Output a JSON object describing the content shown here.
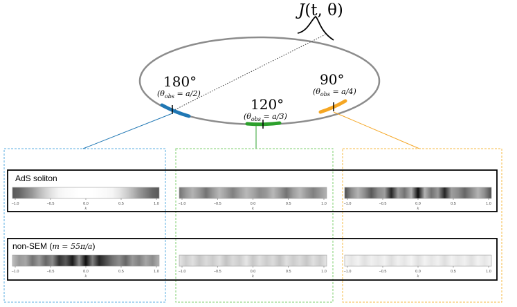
{
  "formula": {
    "J": "J",
    "args": "(t, θ)"
  },
  "angles": [
    {
      "deg": "180°",
      "obs_theta": "θ",
      "obs_sub": "obs",
      "obs_val": " = a/2)",
      "color": "#1f77b4"
    },
    {
      "deg": "120°",
      "obs_theta": "θ",
      "obs_sub": "obs",
      "obs_val": " = a/3)",
      "color": "#2ca02c"
    },
    {
      "deg": "90°",
      "obs_theta": "θ",
      "obs_sub": "obs",
      "obs_val": " = a/4)",
      "color": "#f5a623"
    }
  ],
  "rows": [
    {
      "label": "AdS soliton"
    },
    {
      "label_pre": "non-SEM (",
      "label_math": "m = 55π/a",
      "label_post": ")"
    }
  ],
  "ticks": [
    "−1.0",
    "−0.5",
    "0.0",
    "0.5",
    "1.0"
  ],
  "xlabel": "k",
  "colors": {
    "ellipse": "#8c8c8c",
    "blue": "#1f77b4",
    "green": "#2ca02c",
    "orange": "#f5a623",
    "box_blue": "#5aaee0",
    "box_green": "#7ccf6e",
    "box_orange": "#f5b942"
  },
  "intensity": {
    "ads_180": [
      0.35,
      0.4,
      0.5,
      0.6,
      0.72,
      0.82,
      0.9,
      0.96,
      0.98,
      0.99,
      1,
      1,
      1,
      0.99,
      0.98,
      0.96,
      0.9,
      0.82,
      0.72,
      0.6,
      0.5,
      0.4,
      0.35
    ],
    "ads_120": [
      0.45,
      0.6,
      0.7,
      0.6,
      0.45,
      0.6,
      0.72,
      0.62,
      0.5,
      0.62,
      0.72,
      0.65,
      0.55,
      0.6,
      0.72,
      0.6,
      0.45,
      0.62,
      0.72,
      0.6,
      0.5,
      0.6,
      0.7
    ],
    "ads_90": [
      0.3,
      0.55,
      0.7,
      0.55,
      0.35,
      0.55,
      0.62,
      0.15,
      0.62,
      0.45,
      0.7,
      0.05,
      0.7,
      0.45,
      0.6,
      0.15,
      0.62,
      0.55,
      0.4,
      0.55,
      0.7,
      0.55,
      0.3
    ],
    "sem_180": [
      0.75,
      0.6,
      0.65,
      0.45,
      0.6,
      0.4,
      0.55,
      0.2,
      0.35,
      0.1,
      0.55,
      0.05,
      0.5,
      0.15,
      0.3,
      0.45,
      0.55,
      0.4,
      0.6,
      0.5,
      0.65,
      0.55,
      0.7
    ],
    "sem_120": [
      0.9,
      0.8,
      0.88,
      0.78,
      0.86,
      0.8,
      0.88,
      0.76,
      0.86,
      0.8,
      0.9,
      0.78,
      0.88,
      0.8,
      0.86,
      0.76,
      0.88,
      0.8,
      0.86,
      0.78,
      0.88,
      0.8,
      0.9
    ],
    "sem_90": [
      0.96,
      0.9,
      0.95,
      0.88,
      0.94,
      0.9,
      0.95,
      0.87,
      0.94,
      0.9,
      0.96,
      0.88,
      0.95,
      0.9,
      0.94,
      0.87,
      0.95,
      0.9,
      0.94,
      0.88,
      0.95,
      0.9,
      0.96
    ]
  }
}
